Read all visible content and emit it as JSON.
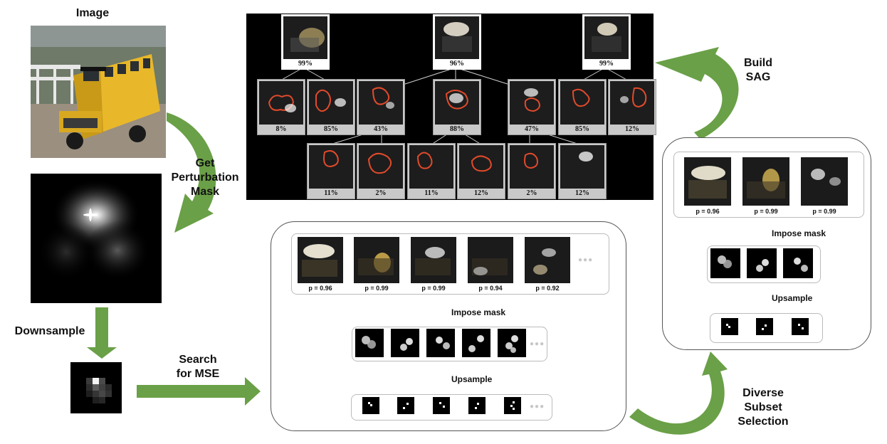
{
  "colors": {
    "arrow_green": "#6aa047",
    "arrow_blue": "#5b8be0",
    "sag_bg": "#000000"
  },
  "labels": {
    "image": "Image",
    "get_perturbation_mask": [
      "Get",
      "Perturbation",
      "Mask"
    ],
    "downsample": "Downsample",
    "search_for_mse": [
      "Search",
      "for MSE"
    ],
    "impose_mask": "Impose mask",
    "upsample": "Upsample",
    "build_sag": [
      "Build",
      "SAG"
    ],
    "diverse_subset_selection": [
      "Diverse",
      "Subset",
      "Selection"
    ]
  },
  "search_panel": {
    "probabilities": [
      "p = 0.96",
      "p = 0.99",
      "p = 0.99",
      "p = 0.94",
      "p = 0.92"
    ],
    "impose_label": "Impose mask",
    "upsample_label": "Upsample"
  },
  "subset_panel": {
    "probabilities": [
      "p = 0.96",
      "p = 0.99",
      "p = 0.99"
    ],
    "impose_label": "Impose mask",
    "upsample_label": "Upsample"
  },
  "sag": {
    "row1": [
      "99%",
      "96%",
      "99%"
    ],
    "row2": [
      "8%",
      "85%",
      "43%",
      "88%",
      "47%",
      "85%",
      "12%"
    ],
    "row3": [
      "11%",
      "2%",
      "11%",
      "12%",
      "2%",
      "12%"
    ]
  }
}
